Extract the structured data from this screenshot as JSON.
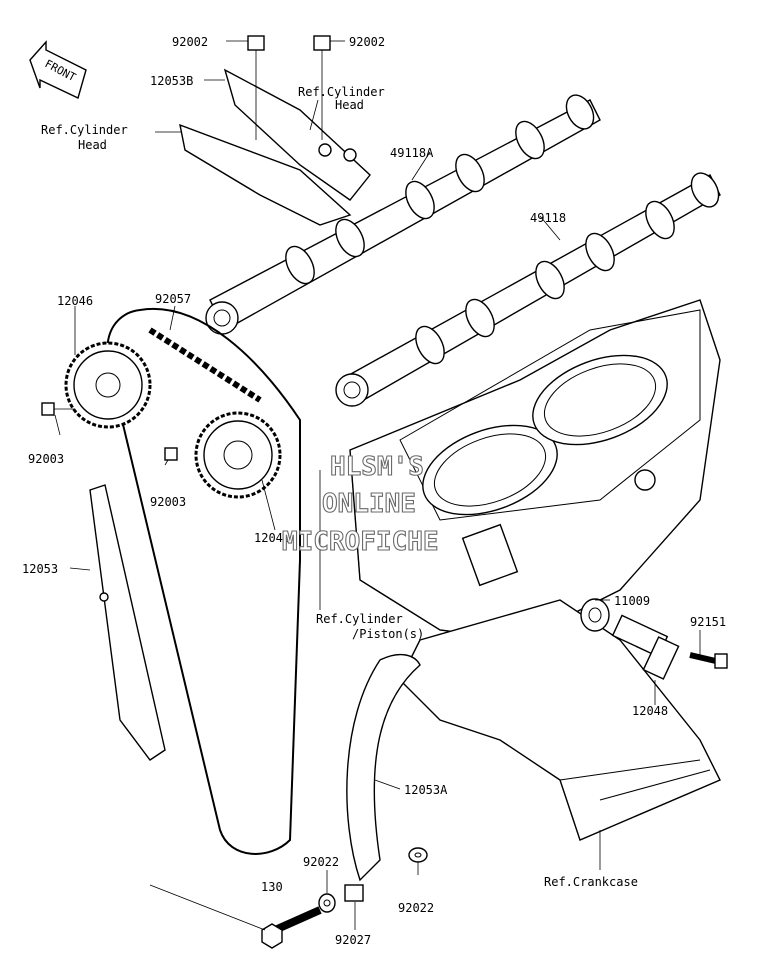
{
  "front_arrow": {
    "label": "FRONT"
  },
  "callouts": [
    {
      "id": "bolt-92002-left",
      "text": "92002"
    },
    {
      "id": "bolt-92002-right",
      "text": "92002"
    },
    {
      "id": "cam-cap-12053B",
      "text": "12053B"
    },
    {
      "id": "ref-head-right-1",
      "text": "Ref.Cylinder"
    },
    {
      "id": "ref-head-right-2",
      "text": "Head"
    },
    {
      "id": "ref-head-left-1",
      "text": "Ref.Cylinder"
    },
    {
      "id": "ref-head-left-2",
      "text": "Head"
    },
    {
      "id": "camshaft-49118A",
      "text": "49118A"
    },
    {
      "id": "camshaft-49118",
      "text": "49118"
    },
    {
      "id": "sprocket-12046-top",
      "text": "12046"
    },
    {
      "id": "chain-92057",
      "text": "92057"
    },
    {
      "id": "bolt-92003-left",
      "text": "92003"
    },
    {
      "id": "bolt-92003-mid",
      "text": "92003"
    },
    {
      "id": "sprocket-12046-bot",
      "text": "12046"
    },
    {
      "id": "guide-12053",
      "text": "12053"
    },
    {
      "id": "ref-cyl-piston-1",
      "text": "Ref.Cylinder"
    },
    {
      "id": "ref-cyl-piston-2",
      "text": "/Piston(s)"
    },
    {
      "id": "gasket-11009",
      "text": "11009"
    },
    {
      "id": "bolt-92151",
      "text": "92151"
    },
    {
      "id": "tensioner-12048",
      "text": "12048"
    },
    {
      "id": "guide-12053A",
      "text": "12053A"
    },
    {
      "id": "washer-92022-left",
      "text": "92022"
    },
    {
      "id": "washer-92022-right",
      "text": "92022"
    },
    {
      "id": "bolt-130",
      "text": "130"
    },
    {
      "id": "collar-92027",
      "text": "92027"
    },
    {
      "id": "ref-crankcase",
      "text": "Ref.Crankcase"
    }
  ],
  "watermark": {
    "line1": "HLSM'S",
    "line2": "ONLINE",
    "line3": "MICROFICHE"
  }
}
